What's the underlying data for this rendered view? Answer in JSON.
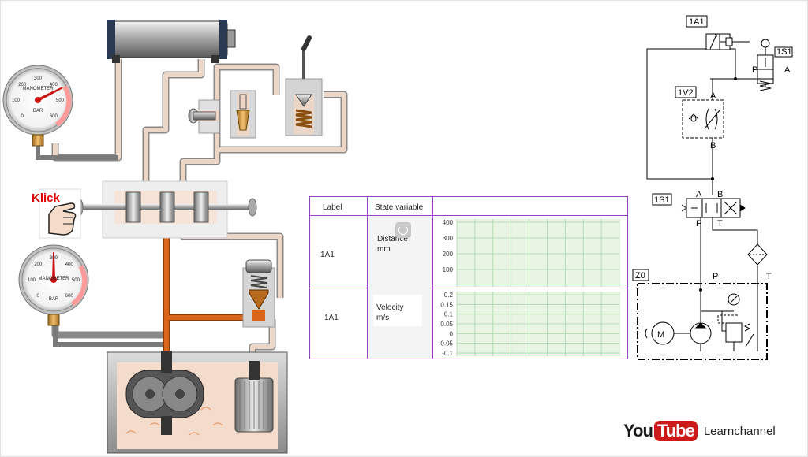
{
  "click_prompt": "Klick",
  "gauge_top": {
    "label": "MANOMETER",
    "unit": "BAR",
    "ticks": [
      "0",
      "100",
      "200",
      "300",
      "400",
      "500",
      "600"
    ],
    "value": 440
  },
  "gauge_bottom": {
    "label": "MANOMETER",
    "unit": "BAR",
    "ticks": [
      "0",
      "100",
      "200",
      "300",
      "400",
      "500",
      "600"
    ],
    "value": 300
  },
  "table": {
    "header_label": "Label",
    "header_state": "State variable",
    "row1_label": "1A1",
    "row1_var": "Distance",
    "row1_unit": "mm",
    "row2_label": "1A1",
    "row2_var": "Velocity",
    "row2_unit": "m/s"
  },
  "chart_data": [
    {
      "type": "line",
      "y_ticks": [
        "400",
        "300",
        "200",
        "100"
      ],
      "ylim": [
        0,
        400
      ],
      "series": [
        {
          "values": []
        }
      ]
    },
    {
      "type": "line",
      "y_ticks": [
        "0.2",
        "0.15",
        "0.1",
        "0.05",
        "0",
        "-0.05",
        "-0.1"
      ],
      "ylim": [
        -0.1,
        0.2
      ],
      "series": [
        {
          "values": []
        }
      ]
    }
  ],
  "schematic": {
    "cylinder": "1A1",
    "flow_valve": "1V2",
    "directional_valve": "1S1",
    "limit_valve": "1S1",
    "power_unit": "Z0",
    "port_a": "A",
    "port_b": "B",
    "port_p": "P",
    "port_t": "T",
    "motor": "M"
  },
  "brand": {
    "you": "You",
    "tube": "Tube",
    "channel": "Learnchannel"
  },
  "colors": {
    "pipe": "#e8cfc0",
    "pressure_line": "#cc5a10",
    "chart_grid": "#aad4aa",
    "table_border": "#9a40c0"
  }
}
